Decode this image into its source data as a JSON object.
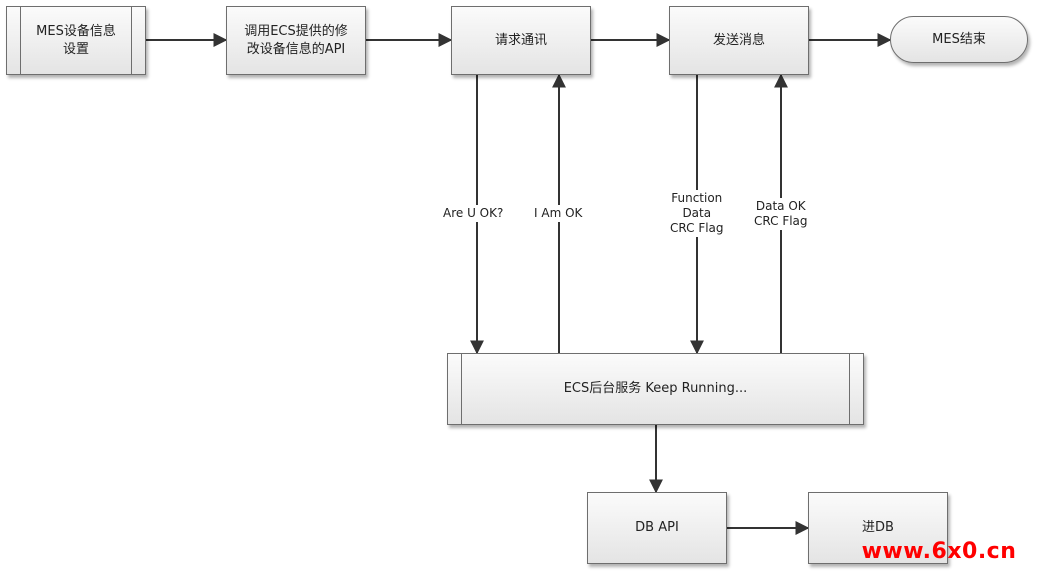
{
  "nodes": {
    "mes_settings": "MES设备信息\n设置",
    "call_api": "调用ECS提供的修\n改设备信息的API",
    "request_comm": "请求通讯",
    "send_message": "发送消息",
    "mes_end": "MES结束",
    "ecs_service": "ECS后台服务 Keep Running...",
    "db_api": "DB API",
    "into_db": "进DB"
  },
  "edge_labels": {
    "are_u_ok": "Are U OK?",
    "i_am_ok": "I Am OK",
    "function_data": "Function\nData\nCRC Flag",
    "data_ok": "Data OK\nCRC Flag"
  },
  "watermark": "www.6x0.cn",
  "colors": {
    "line": "#333333",
    "border": "#6e6e6e",
    "watermark": "#ff0000"
  }
}
